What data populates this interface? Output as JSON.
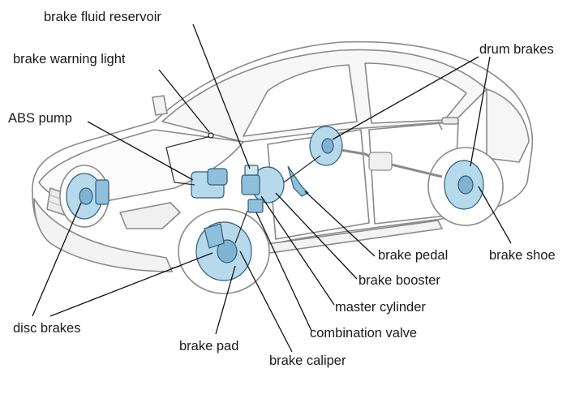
{
  "labels": {
    "brake_fluid_reservoir": "brake fluid reservoir",
    "brake_warning_light": "brake warning light",
    "abs_pump": "ABS pump",
    "drum_brakes": "drum brakes",
    "disc_brakes": "disc brakes",
    "brake_pad": "brake pad",
    "brake_caliper": "brake caliper",
    "combination_valve": "combination valve",
    "master_cylinder": "master cylinder",
    "brake_booster": "brake booster",
    "brake_pedal": "brake pedal",
    "brake_shoe": "brake shoe"
  },
  "colors": {
    "component_fill": "#b7d9ec",
    "component_dark": "#7fb3d1",
    "car_outline": "#8a8a8a",
    "leader_line": "#111111",
    "label_text": "#1a1a1a"
  }
}
